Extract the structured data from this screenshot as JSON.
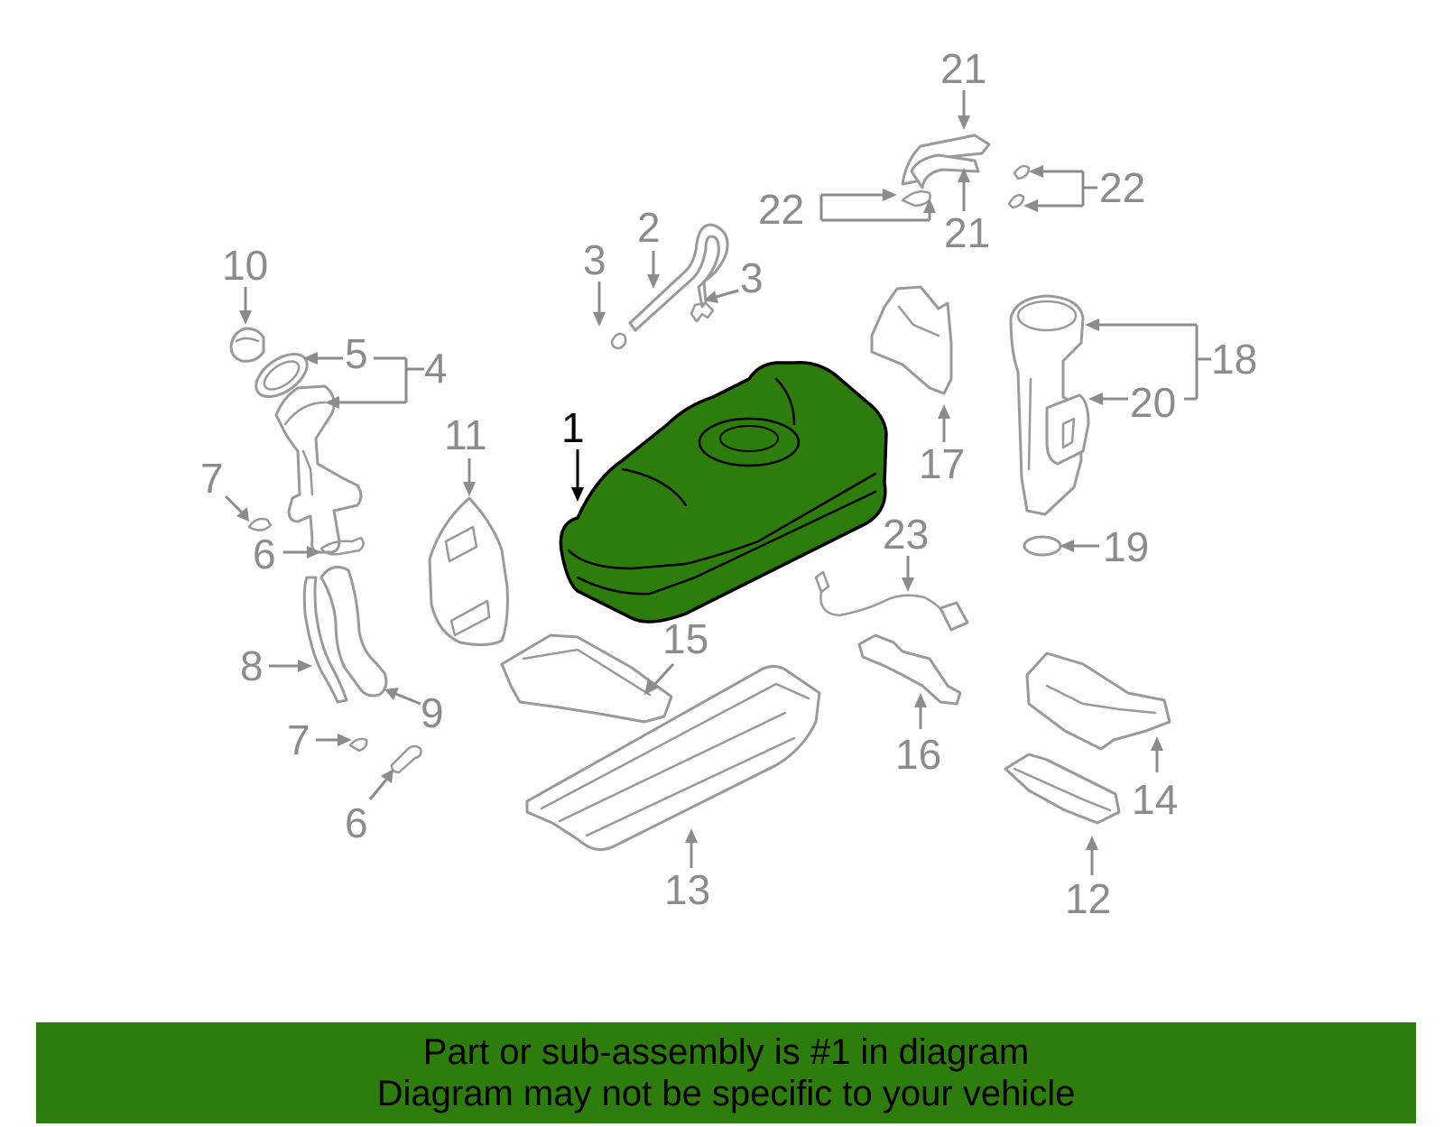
{
  "diagram": {
    "highlight_color": "#2d7d0c",
    "highlighted_part": "1",
    "callouts": {
      "c1": "1",
      "c2": "2",
      "c3a": "3",
      "c3b": "3",
      "c4": "4",
      "c5": "5",
      "c6a": "6",
      "c6b": "6",
      "c7a": "7",
      "c7b": "7",
      "c8": "8",
      "c9": "9",
      "c10": "10",
      "c11": "11",
      "c12": "12",
      "c13": "13",
      "c14": "14",
      "c15": "15",
      "c16": "16",
      "c17": "17",
      "c18": "18",
      "c19": "19",
      "c20": "20",
      "c21a": "21",
      "c21b": "21",
      "c22a": "22",
      "c22b": "22",
      "c23": "23"
    }
  },
  "banner": {
    "line1": "Part or sub-assembly is #1 in diagram",
    "line2": "Diagram may not be specific to your vehicle",
    "background": "#2d7d0c"
  }
}
